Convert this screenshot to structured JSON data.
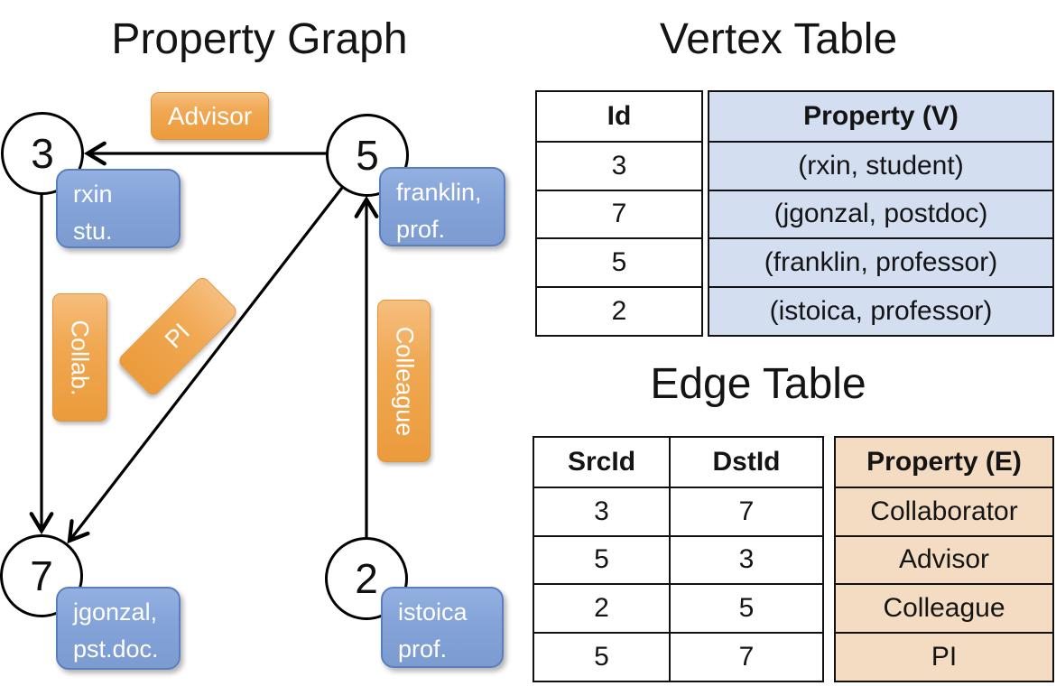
{
  "titles": {
    "graph": "Property Graph",
    "vertex_table": "Vertex Table",
    "edge_table": "Edge Table"
  },
  "graph": {
    "nodes": [
      {
        "id": "3",
        "property": "rxin\nstu."
      },
      {
        "id": "5",
        "property": "franklin,\nprof."
      },
      {
        "id": "7",
        "property": "jgonzal,\npst.doc."
      },
      {
        "id": "2",
        "property": "istoica\nprof."
      }
    ],
    "edges": [
      {
        "src": "5",
        "dst": "3",
        "label": "Advisor"
      },
      {
        "src": "3",
        "dst": "7",
        "label": "Collab."
      },
      {
        "src": "5",
        "dst": "7",
        "label": "PI"
      },
      {
        "src": "2",
        "dst": "5",
        "label": "Colleague"
      }
    ]
  },
  "vertex_table": {
    "headers": [
      "Id",
      "Property (V)"
    ],
    "rows": [
      [
        "3",
        "(rxin, student)"
      ],
      [
        "7",
        "(jgonzal, postdoc)"
      ],
      [
        "5",
        "(franklin, professor)"
      ],
      [
        "2",
        "(istoica, professor)"
      ]
    ]
  },
  "edge_table": {
    "headers": [
      "SrcId",
      "DstId",
      "Property (E)"
    ],
    "rows": [
      [
        "3",
        "7",
        "Collaborator"
      ],
      [
        "5",
        "3",
        "Advisor"
      ],
      [
        "2",
        "5",
        "Colleague"
      ],
      [
        "5",
        "7",
        "PI"
      ]
    ]
  },
  "colors": {
    "edge_label_orange": "#EFA449",
    "vertex_box_blue": "#84A3D8",
    "vertex_cell_blue": "#D3DEF1",
    "edge_cell_orange": "#F3DCC1",
    "line_black": "#000000"
  }
}
